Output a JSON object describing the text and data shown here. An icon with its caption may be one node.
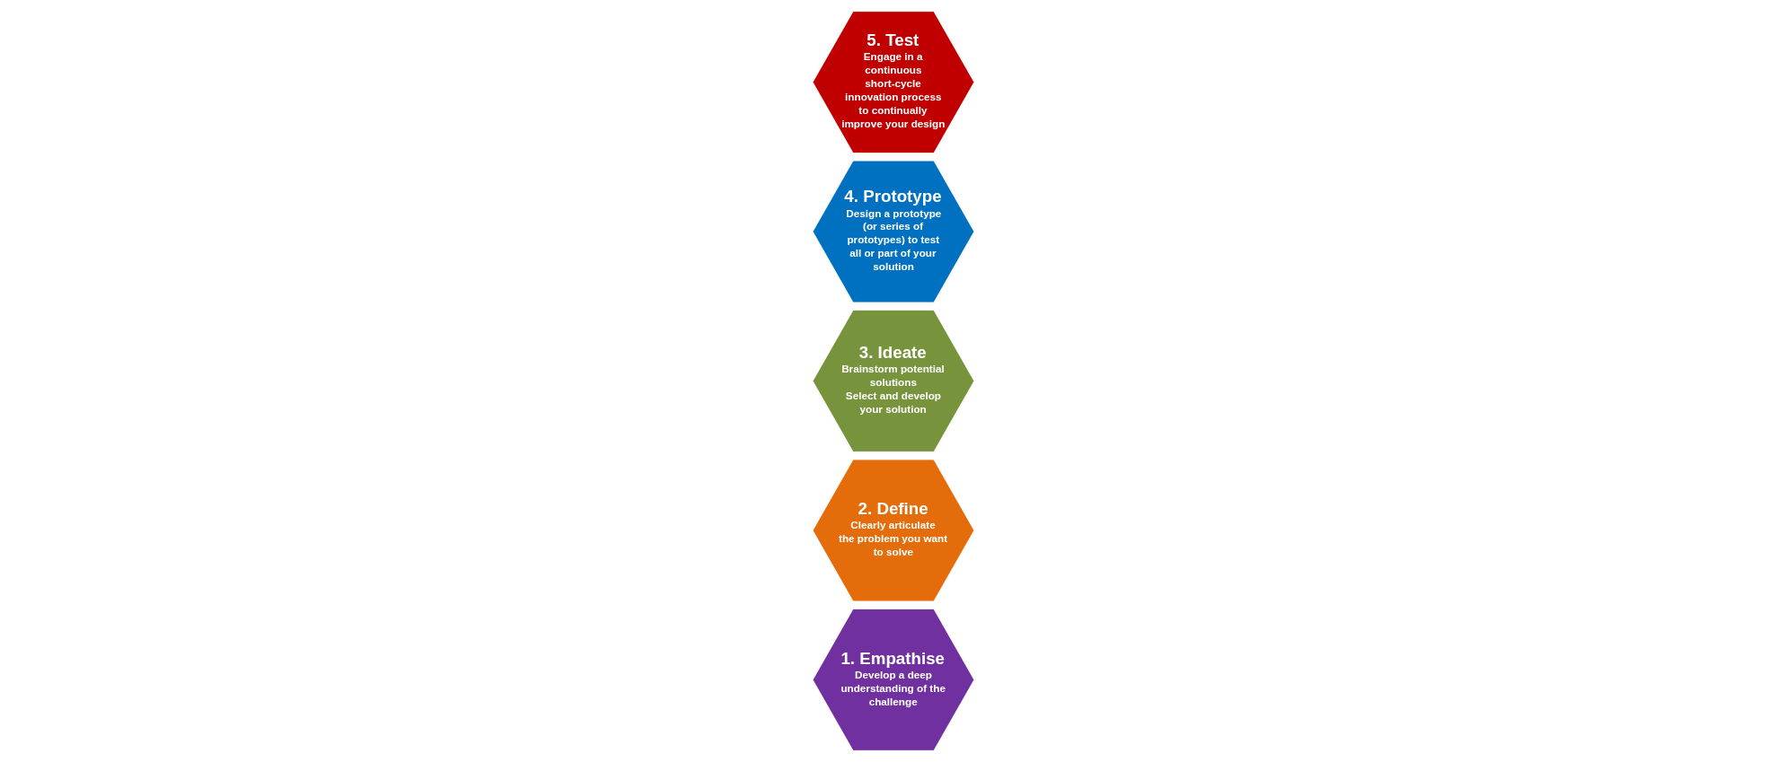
{
  "diagram": {
    "nodes": [
      {
        "text": [
          "1. Empathise",
          "Develop a deep understanding of the challenge"
        ]
      },
      {
        "text": [
          "2. Define",
          "Clearly articulate the problem you want to solve"
        ]
      },
      {
        "text": [
          "3. Ideate",
          "Brainstorm potential solutions",
          "Select and develop your solution"
        ]
      },
      {
        "text": [
          "4. Prototype",
          "Design a prototype (or series of prototypes) to test all or part of your solution"
        ]
      },
      {
        "text": [
          "5. Test",
          "Engage in a continuous short-cycle innovation process to continually improve your design"
        ]
      }
    ]
  }
}
